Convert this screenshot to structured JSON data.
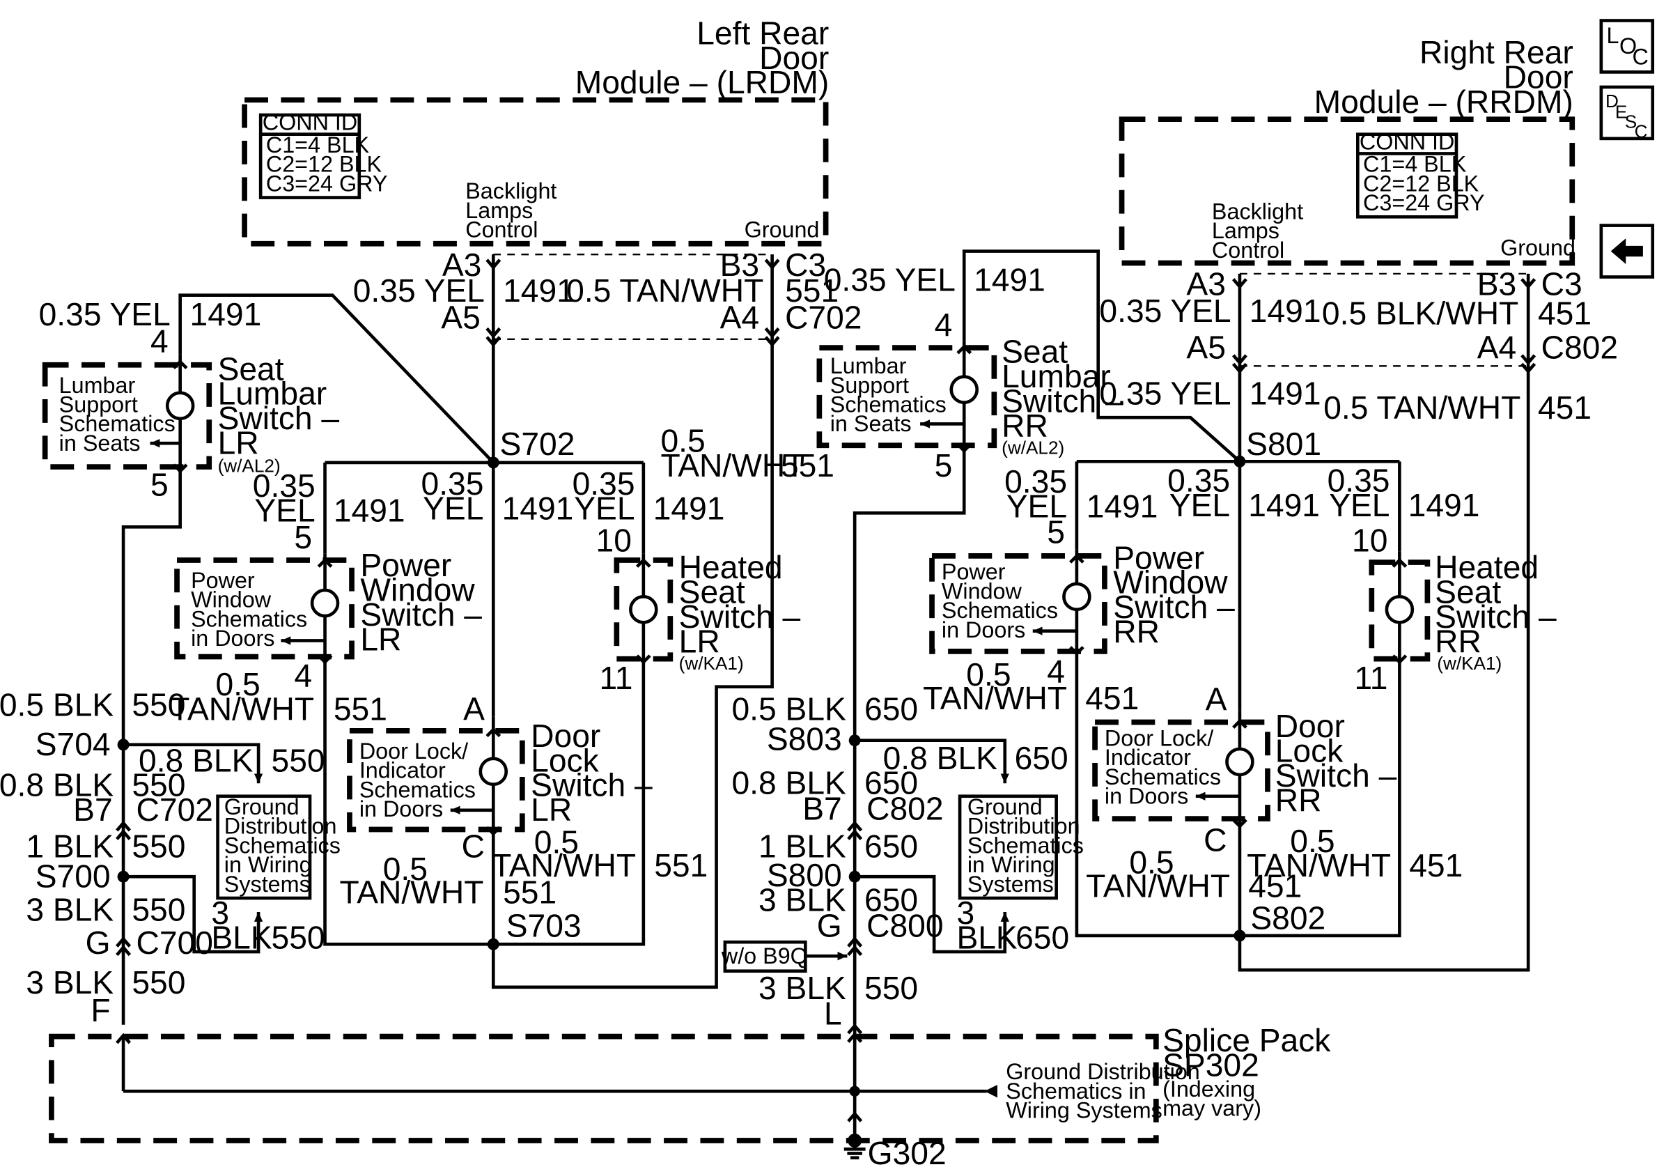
{
  "nav": {
    "loc": [
      "L",
      "O",
      "C"
    ],
    "desc": [
      "D",
      "E",
      "S",
      "C"
    ]
  },
  "lrdm": {
    "title": [
      "Left Rear",
      "Door",
      "Module – (LRDM)"
    ],
    "conn_id": "CONN ID",
    "conns": [
      "C1=4 BLK",
      "C2=12 BLK",
      "C3=24 GRY"
    ],
    "backlight": [
      "Backlight",
      "Lamps",
      "Control"
    ],
    "ground": "Ground"
  },
  "rrdm": {
    "title": [
      "Right Rear",
      "Door",
      "Module – (RRDM)"
    ],
    "conn_id": "CONN ID",
    "conns": [
      "C1=4 BLK",
      "C2=12 BLK",
      "C3=24 GRY"
    ],
    "backlight": [
      "Backlight",
      "Lamps",
      "Control"
    ],
    "ground": "Ground"
  },
  "splice_pack": {
    "title": [
      "Splice Pack",
      "SP302"
    ],
    "note": [
      "(Indexing",
      "may vary)"
    ]
  },
  "ground_dist": [
    "Ground Distribution",
    "Schematics in",
    "Wiring Systems"
  ],
  "ground_dist_box": [
    "Ground",
    "Distribution",
    "Schematics",
    "in Wiring",
    "Systems"
  ],
  "option_box": "w/o B9Q",
  "g302": "G302",
  "sub_boxes": {
    "lumbar": [
      "Lumbar",
      "Support",
      "Schematics",
      "in Seats"
    ],
    "window": [
      "Power",
      "Window",
      "Schematics",
      "in Doors"
    ],
    "door_lock": [
      "Door Lock/",
      "Indicator",
      "Schematics",
      "in Doors"
    ]
  },
  "switches": {
    "seat_lumbar_lr": [
      "Seat",
      "Lumbar",
      "Switch –",
      "LR"
    ],
    "power_window_lr": [
      "Power",
      "Window",
      "Switch –",
      "LR"
    ],
    "door_lock_lr": [
      "Door",
      "Lock",
      "Switch –",
      "LR"
    ],
    "heated_seat_lr": [
      "Heated",
      "Seat",
      "Switch –",
      "LR"
    ],
    "seat_lumbar_rr": [
      "Seat",
      "Lumbar",
      "Switch –",
      "RR"
    ],
    "power_window_rr": [
      "Power",
      "Window",
      "Switch –",
      "RR"
    ],
    "door_lock_rr": [
      "Door",
      "Lock",
      "Switch –",
      "RR"
    ],
    "heated_seat_rr": [
      "Heated",
      "Seat",
      "Switch –",
      "RR"
    ],
    "al2": "(w/AL2)",
    "ka1": "(w/KA1)"
  },
  "pins": {
    "a3": "A3",
    "a5": "A5",
    "b3": "B3",
    "c3": "C3",
    "a4": "A4",
    "c702": "C702",
    "c802": "C802",
    "c800": "C800",
    "c700": "C700",
    "b7": "B7",
    "g": "G",
    "f": "F",
    "l": "L",
    "a": "A",
    "c": "C",
    "n4": "4",
    "n5": "5",
    "n10": "10",
    "n11": "11"
  },
  "splices": {
    "s702": "S702",
    "s703": "S703",
    "s704": "S704",
    "s700": "S700",
    "s801": "S801",
    "s802": "S802",
    "s803": "S803",
    "s800": "S800"
  },
  "wires": {
    "yel035": "0.35 YEL",
    "yel035a": "0.35",
    "yel": "YEL",
    "c1491": "1491",
    "tanwht05": "0.5 TAN/WHT",
    "tw05": "0.5",
    "tanwht": "TAN/WHT",
    "c551": "551",
    "c451": "451",
    "blkwht05": "0.5 BLK/WHT",
    "blk05": "0.5 BLK",
    "blk08": "0.8 BLK",
    "blk1": "1 BLK",
    "blk3": "3 BLK",
    "b3": "3",
    "blk": "BLK",
    "c550": "550",
    "c650": "650"
  }
}
